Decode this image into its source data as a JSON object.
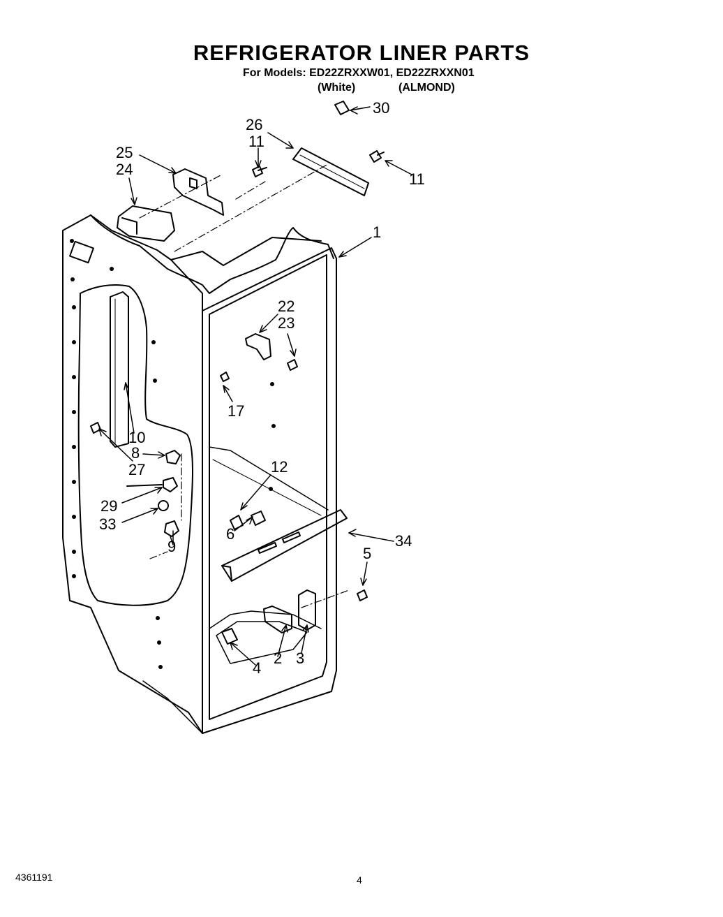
{
  "header": {
    "title": "REFRIGERATOR LINER PARTS",
    "models_line": "For Models: ED22ZRXXW01, ED22ZRXXN01",
    "color_white": "(White)",
    "color_almond": "(ALMOND)"
  },
  "callouts": [
    "30",
    "26",
    "11",
    "11",
    "25",
    "24",
    "1",
    "22",
    "23",
    "17",
    "10",
    "8",
    "27",
    "12",
    "29",
    "33",
    "34",
    "6",
    "9",
    "5",
    "2",
    "3",
    "4"
  ],
  "footer": {
    "doc_number": "4361191",
    "page_number": "4"
  }
}
